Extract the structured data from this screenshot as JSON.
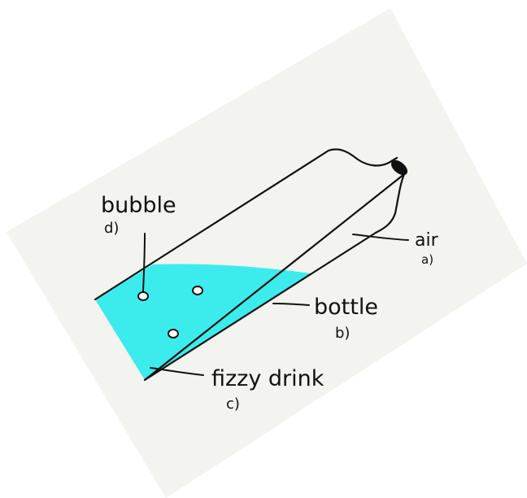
{
  "labels": {
    "air": {
      "text": "air",
      "letter": "a)"
    },
    "bottle": {
      "text": "bottle",
      "letter": "b)"
    },
    "fizzy_drink": {
      "text": "fizzy drink",
      "letter": "c)"
    },
    "bubble": {
      "text": "bubble",
      "letter": "d)"
    }
  },
  "colors": {
    "paper": "#f3f3ef",
    "liquid": "#3cecec",
    "ink": "#111111"
  }
}
